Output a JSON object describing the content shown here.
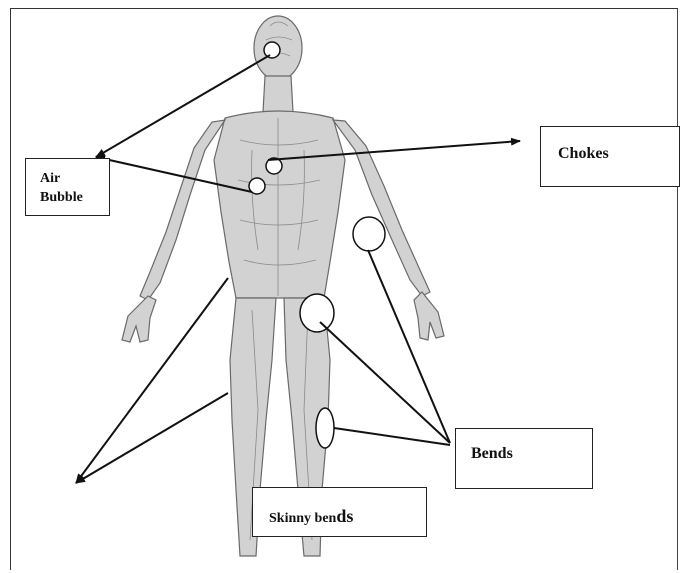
{
  "labels": {
    "air_bubble_line1": "Air",
    "air_bubble_line2": "Bubble",
    "chokes": "Chokes",
    "bends": "Bends",
    "skinny_bends_a": "Skinny ben",
    "skinny_bends_b": "ds"
  },
  "colors": {
    "line": "#111111",
    "figure_fill": "#d2d2d2",
    "figure_stroke": "#6a6a6a",
    "box_border": "#222222"
  }
}
